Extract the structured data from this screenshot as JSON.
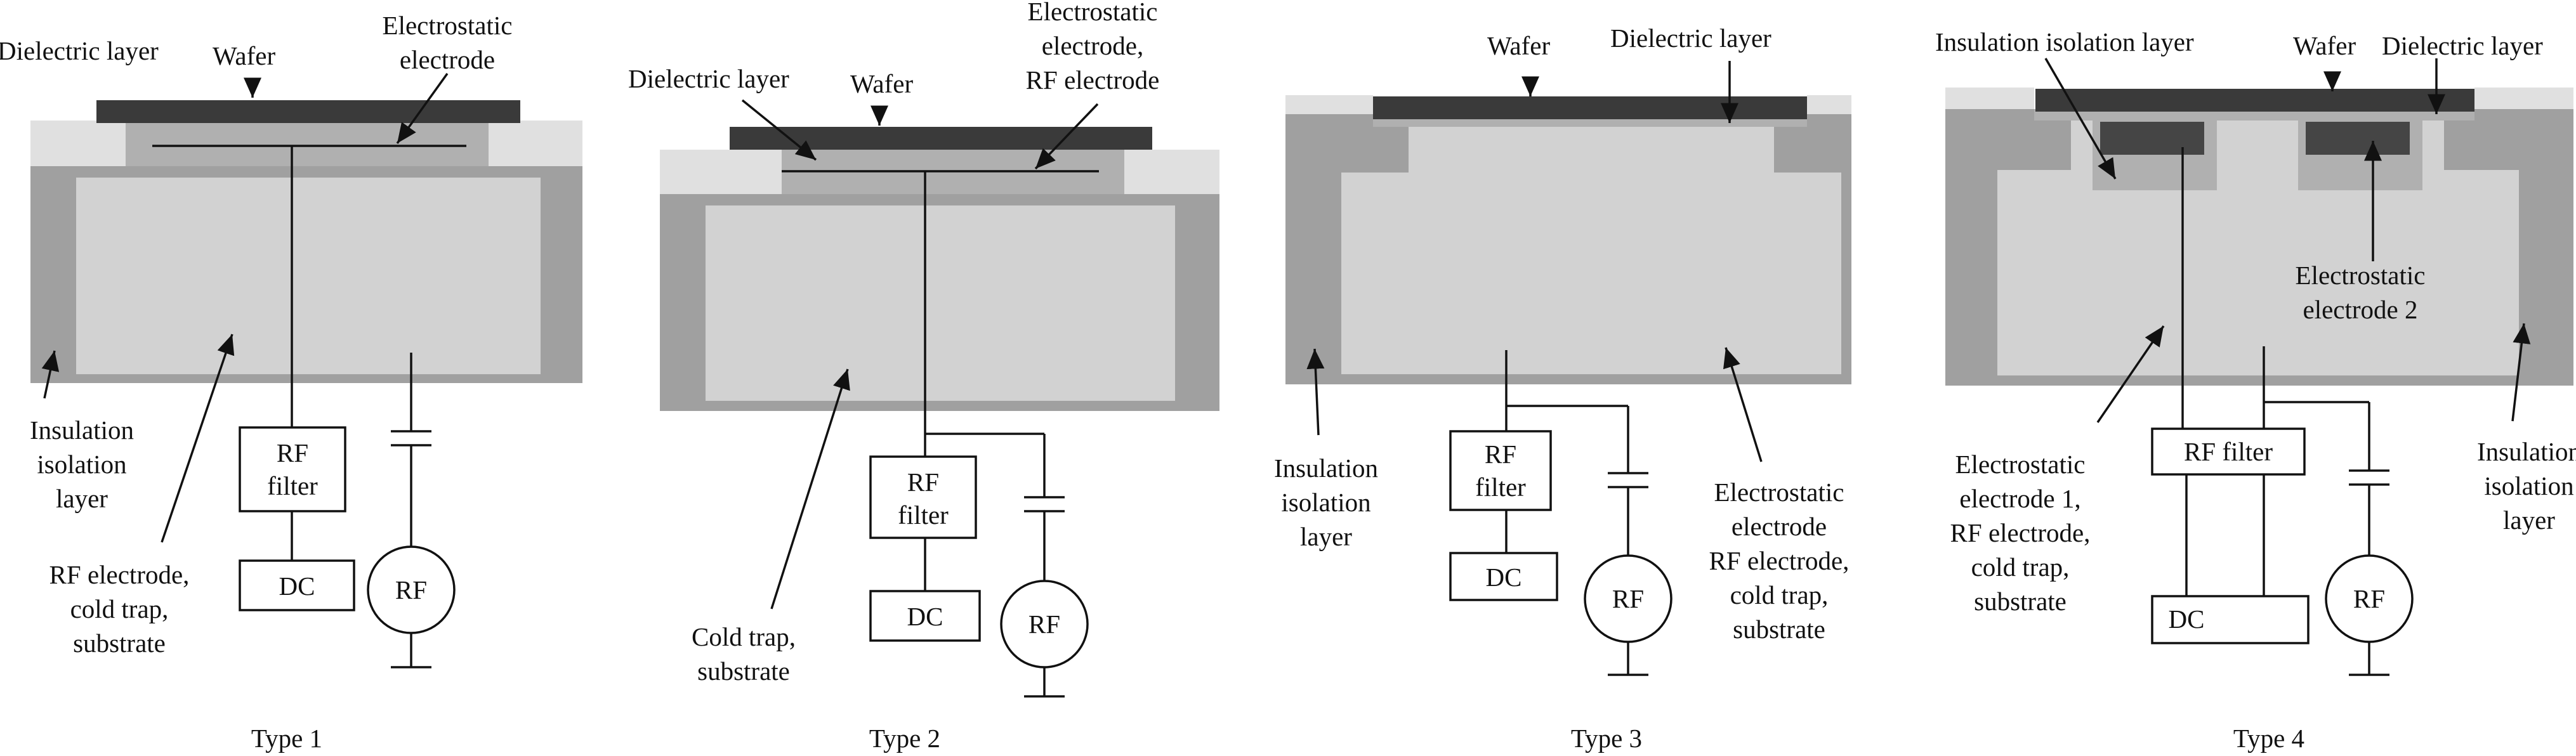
{
  "colors": {
    "wafer": "#3a3a3a",
    "dielectric": "#b0b0b0",
    "insulation": "#a0a0a0",
    "electrode_body": "#d2d2d2",
    "shoulder": "#e0e0e0",
    "small_electrode": "#454545",
    "line": "#111111",
    "background": "#ffffff"
  },
  "panels": [
    {
      "caption": "Type 1",
      "labels": {
        "dielectric": "Dielectric layer",
        "wafer": "Wafer",
        "electrode": [
          "Electrostatic",
          "electrode"
        ],
        "insulation": [
          "Insulation",
          "isolation",
          "layer"
        ],
        "body": [
          "RF electrode,",
          "cold trap,",
          "substrate"
        ]
      },
      "circuit": {
        "filter": [
          "RF",
          "filter"
        ],
        "dc": "DC",
        "rf": "RF"
      }
    },
    {
      "caption": "Type 2",
      "labels": {
        "dielectric": "Dielectric layer",
        "wafer": "Wafer",
        "electrode": [
          "Electrostatic",
          "electrode,",
          "RF electrode"
        ],
        "body": [
          "Cold trap,",
          "substrate"
        ]
      },
      "circuit": {
        "filter": [
          "RF",
          "filter"
        ],
        "dc": "DC",
        "rf": "RF"
      }
    },
    {
      "caption": "Type 3",
      "labels": {
        "wafer": "Wafer",
        "dielectric": "Dielectric layer",
        "insulation": [
          "Insulation",
          "isolation",
          "layer"
        ],
        "body": [
          "Electrostatic",
          "electrode",
          "RF electrode,",
          "cold trap,",
          "substrate"
        ]
      },
      "circuit": {
        "filter": [
          "RF",
          "filter"
        ],
        "dc": "DC",
        "rf": "RF"
      }
    },
    {
      "caption": "Type 4",
      "labels": {
        "insulation_top": "Insulation isolation layer",
        "wafer": "Wafer",
        "dielectric": "Dielectric layer",
        "electrode2": [
          "Electrostatic",
          "electrode 2"
        ],
        "electrode1": [
          "Electrostatic",
          "electrode 1,",
          "RF electrode,",
          "cold trap,",
          "substrate"
        ],
        "insulation": [
          "Insulation",
          "isolation",
          "layer"
        ]
      },
      "circuit": {
        "filter": "RF filter",
        "dc": "DC",
        "rf": "RF"
      }
    }
  ]
}
